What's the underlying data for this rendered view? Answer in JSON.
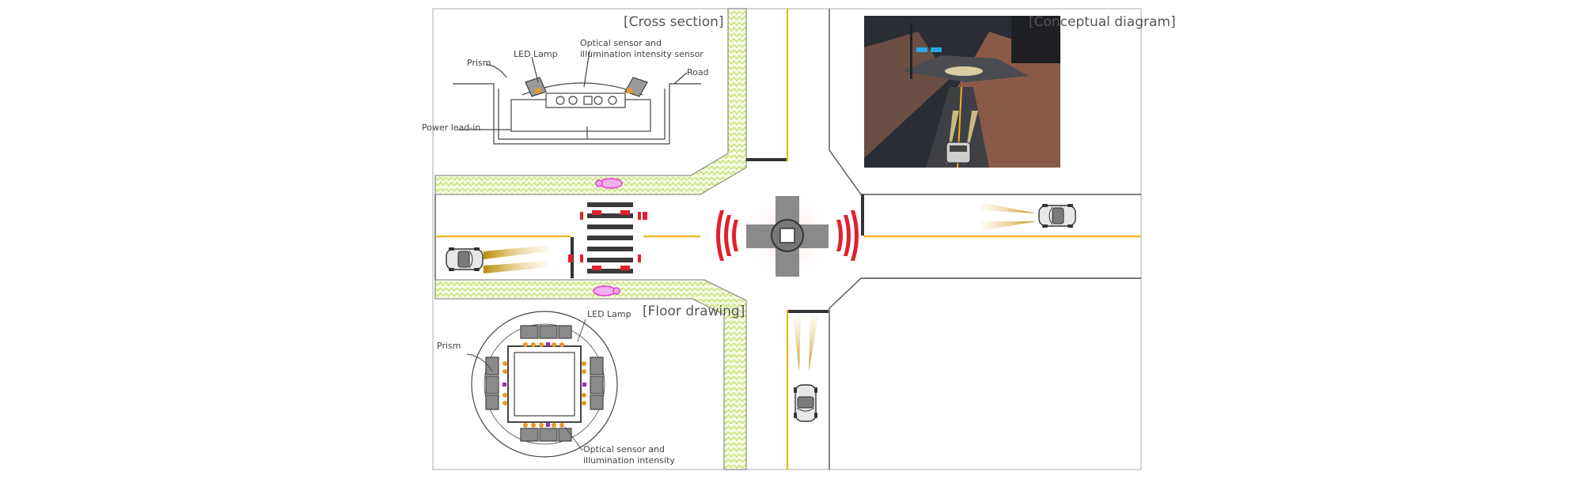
{
  "headings": {
    "cross_section": "[Cross section]",
    "conceptual_diagram": "[Conceptual diagram]",
    "floor_drawing": "[Floor drawing]"
  },
  "cross_section_labels": {
    "prism": "Prism",
    "led_lamp": "LED Lamp",
    "optical_sensor_line1": "Optical sensor and",
    "optical_sensor_line2": "illumination intensity sensor",
    "road": "Road",
    "power_lead_in": "Power lead-in"
  },
  "floor_drawing_labels": {
    "prism": "Prism",
    "led_lamp": "LED Lamp",
    "optical_sensor_line1": "Optical sensor and",
    "optical_sensor_line2": "illumination intensity"
  },
  "colors": {
    "road_line": "#f0b41c",
    "sidewalk_hatch": "#c8e27a",
    "alert_red": "#e0202e",
    "pedestrian_pink": "#e040d0",
    "headlight_gold": "#c89a10",
    "device_gray": "#8a8a8a"
  }
}
